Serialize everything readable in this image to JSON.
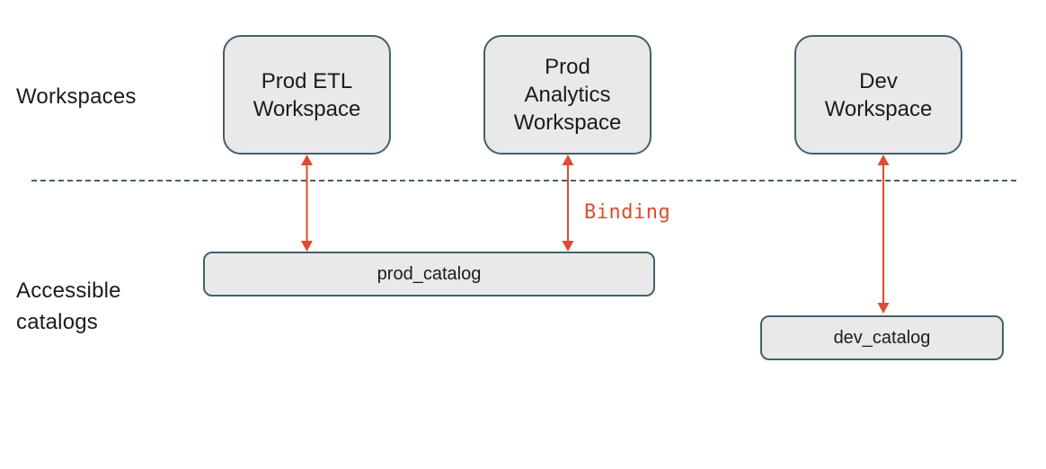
{
  "labels": {
    "workspaces": "Workspaces",
    "accessible_catalogs": "Accessible\ncatalogs"
  },
  "workspaces": [
    {
      "id": "prod-etl",
      "label": "Prod ETL\nWorkspace"
    },
    {
      "id": "prod-analytics",
      "label": "Prod\nAnalytics\nWorkspace"
    },
    {
      "id": "dev",
      "label": "Dev\nWorkspace"
    }
  ],
  "catalogs": [
    {
      "id": "prod",
      "label": "prod_catalog"
    },
    {
      "id": "dev",
      "label": "dev_catalog"
    }
  ],
  "binding": {
    "label": "Binding"
  },
  "colors": {
    "shape-fill": "#e9e9e9",
    "shape-border": "#44606e",
    "divider": "#44606e",
    "arrow-red": "#e04b31",
    "text": "#1b1b1b"
  }
}
